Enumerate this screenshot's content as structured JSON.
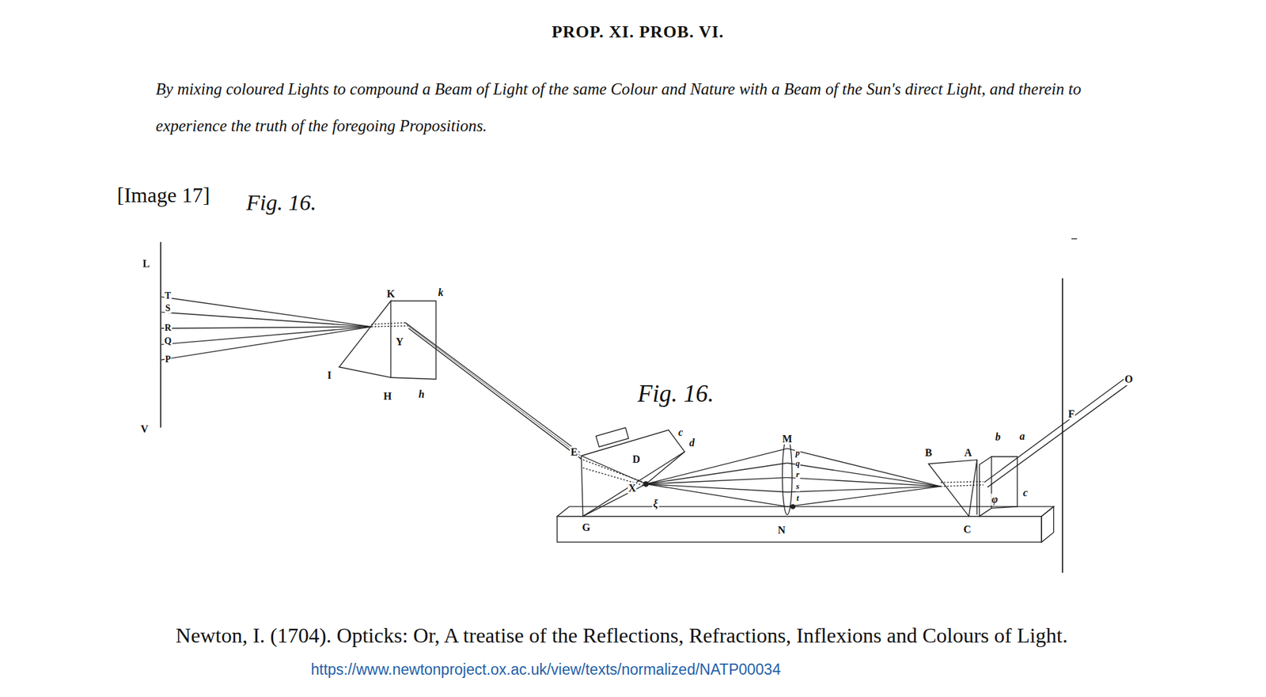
{
  "diagram": {
    "title": "PROP. XI. PROB. VI.",
    "caption": "Newton, I. (1704). Opticks: Or, A treatise of the Reflections, Refractions, Inflexions and Colours of Light.",
    "labels": [
      "By mixing coloured Lights to compound a Beam of Light of the same Colour and Nature with a Beam of the Sun's direct Light, and therein to experience the truth of the foregoing Propositions.",
      "[Image 17]",
      "Fig. 16.",
      "L",
      "T",
      "S",
      "R",
      "Q",
      "P",
      "V",
      "K",
      "k",
      "Y",
      "I",
      "H",
      "h",
      "Fig. 16.",
      "E",
      "D",
      "c",
      "d",
      "X",
      "ξ",
      "G",
      "M",
      "p",
      "q",
      "r",
      "s",
      "t",
      "N",
      "B",
      "A",
      "b",
      "a",
      "φ",
      "c",
      "C",
      "F",
      "O",
      "https://www.newtonproject.ox.ac.uk/view/texts/normalized/NATP00034"
    ]
  }
}
